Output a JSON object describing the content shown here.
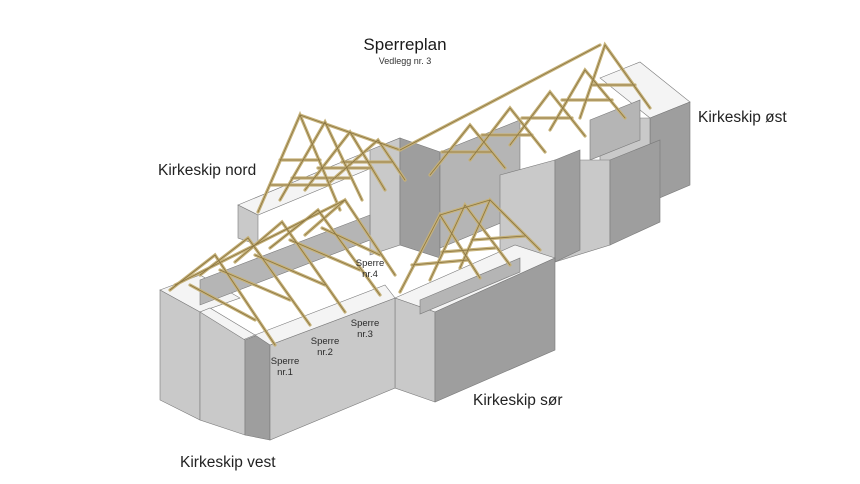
{
  "title": "Sperreplan",
  "subtitle": "Vedlegg nr. 3",
  "sections": {
    "nord": "Kirkeskip nord",
    "ost": "Kirkeskip øst",
    "sor": "Kirkeskip sør",
    "vest": "Kirkeskip vest"
  },
  "rafter_labels": [
    {
      "word": "Sperre",
      "num": "nr.1"
    },
    {
      "word": "Sperre",
      "num": "nr.2"
    },
    {
      "word": "Sperre",
      "num": "nr.3"
    },
    {
      "word": "Sperre",
      "num": "nr.4"
    }
  ],
  "colors": {
    "wall_top": "#f4f4f4",
    "wall_front": "#c9c9c9",
    "wall_side": "#9e9e9e",
    "wall_inner": "#b5b5b5",
    "timber": "#c6b27a",
    "timber_dark": "#8a7440"
  }
}
